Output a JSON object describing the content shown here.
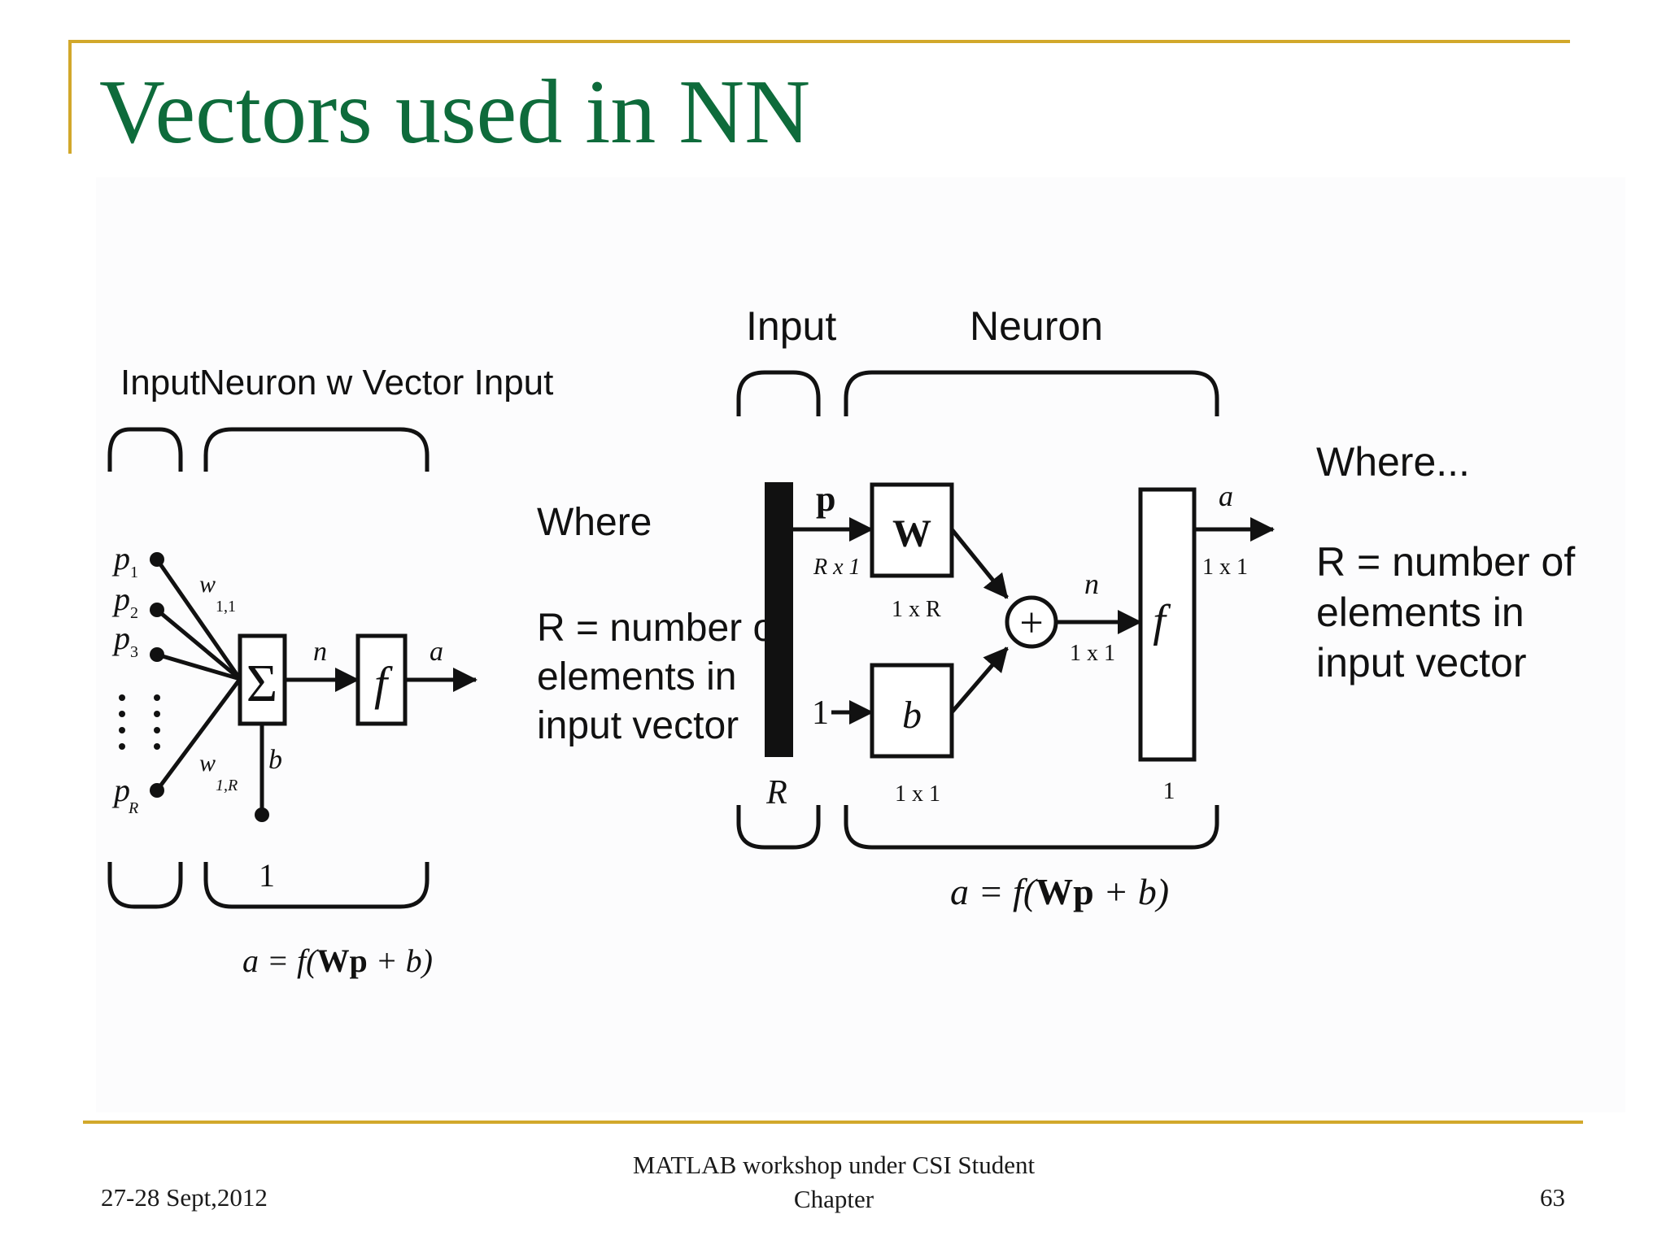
{
  "slide": {
    "title": "Vectors used in NN",
    "footer_left": "27-28 Sept,2012",
    "footer_center_line1": "MATLAB workshop under CSI Student",
    "footer_center_line2": "Chapter",
    "page_number": "63",
    "colors": {
      "title": "#0e6b3b",
      "rule": "#d2a82b",
      "line": "#111111"
    }
  },
  "left_diagram": {
    "label_input": "Input",
    "label_neuron": "Neuron w Vector Input",
    "inputs": [
      "p",
      "p",
      "p",
      "p"
    ],
    "input_subscripts": [
      "1",
      "2",
      "3",
      "R"
    ],
    "weight_first": "w",
    "weight_first_sub": "1,1",
    "weight_last": "w",
    "weight_last_sub": "1,R",
    "sum_symbol": "Σ",
    "bias": "b",
    "bias_input": "1",
    "net": "n",
    "transfer": "f",
    "output": "a",
    "equation_a": "a = f(",
    "equation_bold": "Wp",
    "equation_b": " + b)"
  },
  "left_note": {
    "where": "Where",
    "line1": "R = number of",
    "line2": "elements in",
    "line3": "input vector"
  },
  "right_diagram": {
    "label_input": "Input",
    "label_neuron": "Neuron",
    "input_vector": "p",
    "input_dim": "R x 1",
    "input_size": "R",
    "weight": "W",
    "weight_dim": "1 x R",
    "bias": "b",
    "bias_dim": "1 x 1",
    "bias_input": "1",
    "sum_symbol": "+",
    "net": "n",
    "net_dim": "1 x 1",
    "transfer": "f",
    "transfer_size": "1",
    "output": "a",
    "output_dim": "1 x 1",
    "equation_a": "a = f(",
    "equation_bold": "Wp",
    "equation_b": " + b)"
  },
  "right_note": {
    "where": "Where...",
    "line1": "R = number of",
    "line2": "elements in",
    "line3": "input vector"
  }
}
